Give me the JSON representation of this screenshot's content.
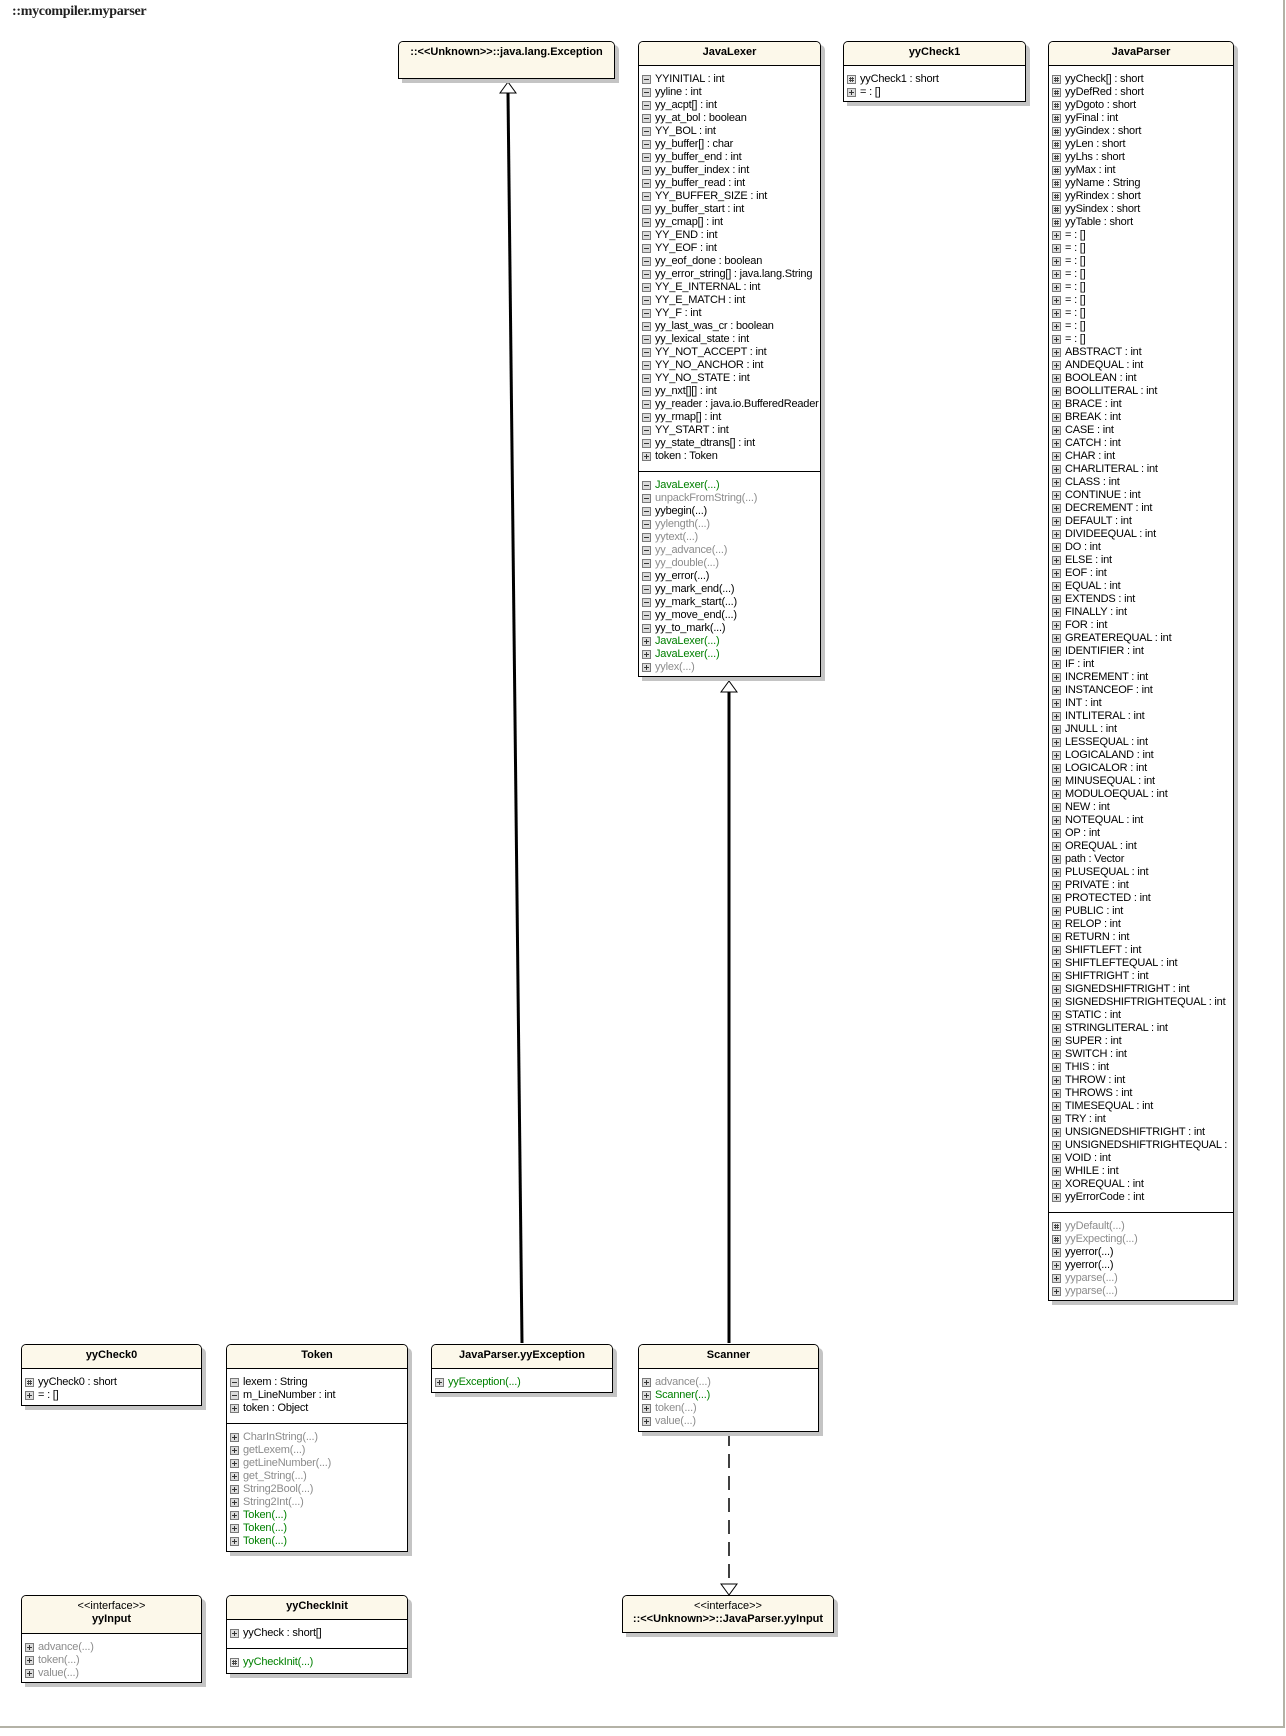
{
  "package_title": "::mycompiler.myparser",
  "colors": {
    "constructor": "#008000",
    "inherited_gray": "#8c8c8c",
    "header_fill": "#fcf8ea"
  },
  "classes": {
    "exception": {
      "name": "::<<Unknown>>::java.lang.Exception",
      "attributes": [],
      "operations": []
    },
    "javalexer": {
      "name": "JavaLexer",
      "attributes": [
        {
          "vis": "private",
          "text": "YYINITIAL : int"
        },
        {
          "vis": "private",
          "text": "yyline : int"
        },
        {
          "vis": "private",
          "text": "yy_acpt[] : int"
        },
        {
          "vis": "private",
          "text": "yy_at_bol : boolean"
        },
        {
          "vis": "private",
          "text": "YY_BOL : int"
        },
        {
          "vis": "private",
          "text": "yy_buffer[] : char"
        },
        {
          "vis": "private",
          "text": "yy_buffer_end : int"
        },
        {
          "vis": "private",
          "text": "yy_buffer_index : int"
        },
        {
          "vis": "private",
          "text": "yy_buffer_read : int"
        },
        {
          "vis": "private",
          "text": "YY_BUFFER_SIZE : int"
        },
        {
          "vis": "private",
          "text": "yy_buffer_start : int"
        },
        {
          "vis": "private",
          "text": "yy_cmap[] : int"
        },
        {
          "vis": "private",
          "text": "YY_END : int"
        },
        {
          "vis": "private",
          "text": "YY_EOF : int"
        },
        {
          "vis": "private",
          "text": "yy_eof_done : boolean"
        },
        {
          "vis": "private",
          "text": "yy_error_string[] : java.lang.String"
        },
        {
          "vis": "private",
          "text": "YY_E_INTERNAL : int"
        },
        {
          "vis": "private",
          "text": "YY_E_MATCH : int"
        },
        {
          "vis": "private",
          "text": "YY_F : int"
        },
        {
          "vis": "private",
          "text": "yy_last_was_cr : boolean"
        },
        {
          "vis": "private",
          "text": "yy_lexical_state : int"
        },
        {
          "vis": "private",
          "text": "YY_NOT_ACCEPT : int"
        },
        {
          "vis": "private",
          "text": "YY_NO_ANCHOR : int"
        },
        {
          "vis": "private",
          "text": "YY_NO_STATE : int"
        },
        {
          "vis": "private",
          "text": "yy_nxt[][] : int"
        },
        {
          "vis": "private",
          "text": "yy_reader : java.io.BufferedReader"
        },
        {
          "vis": "private",
          "text": "yy_rmap[] : int"
        },
        {
          "vis": "private",
          "text": "YY_START : int"
        },
        {
          "vis": "private",
          "text": "yy_state_dtrans[] : int"
        },
        {
          "vis": "public",
          "text": "token : Token"
        }
      ],
      "operations": [
        {
          "vis": "private",
          "text": "JavaLexer(...)",
          "style": "ctor"
        },
        {
          "vis": "private",
          "text": "unpackFromString(...)",
          "style": "gray"
        },
        {
          "vis": "private",
          "text": "yybegin(...)",
          "style": "normal"
        },
        {
          "vis": "private",
          "text": "yylength(...)",
          "style": "gray"
        },
        {
          "vis": "private",
          "text": "yytext(...)",
          "style": "gray"
        },
        {
          "vis": "private",
          "text": "yy_advance(...)",
          "style": "gray"
        },
        {
          "vis": "private",
          "text": "yy_double(...)",
          "style": "gray"
        },
        {
          "vis": "private",
          "text": "yy_error(...)",
          "style": "normal"
        },
        {
          "vis": "private",
          "text": "yy_mark_end(...)",
          "style": "normal"
        },
        {
          "vis": "private",
          "text": "yy_mark_start(...)",
          "style": "normal"
        },
        {
          "vis": "private",
          "text": "yy_move_end(...)",
          "style": "normal"
        },
        {
          "vis": "private",
          "text": "yy_to_mark(...)",
          "style": "normal"
        },
        {
          "vis": "public",
          "text": "JavaLexer(...)",
          "style": "ctor"
        },
        {
          "vis": "public",
          "text": "JavaLexer(...)",
          "style": "ctor"
        },
        {
          "vis": "public",
          "text": "yylex(...)",
          "style": "gray"
        }
      ]
    },
    "yycheck1": {
      "name": "yyCheck1",
      "attributes": [
        {
          "vis": "protected",
          "text": "yyCheck1 : short"
        },
        {
          "vis": "public",
          "text": "= : []"
        }
      ],
      "operations": []
    },
    "javaparser": {
      "name": "JavaParser",
      "attributes": [
        {
          "vis": "protected",
          "text": "yyCheck[] : short"
        },
        {
          "vis": "protected",
          "text": "yyDefRed : short"
        },
        {
          "vis": "protected",
          "text": "yyDgoto : short"
        },
        {
          "vis": "protected",
          "text": "yyFinal : int"
        },
        {
          "vis": "protected",
          "text": "yyGindex : short"
        },
        {
          "vis": "protected",
          "text": "yyLen : short"
        },
        {
          "vis": "protected",
          "text": "yyLhs : short"
        },
        {
          "vis": "protected",
          "text": "yyMax : int"
        },
        {
          "vis": "protected",
          "text": "yyName : String"
        },
        {
          "vis": "protected",
          "text": "yyRindex : short"
        },
        {
          "vis": "protected",
          "text": "yySindex : short"
        },
        {
          "vis": "protected",
          "text": "yyTable : short"
        },
        {
          "vis": "public",
          "text": "= : []"
        },
        {
          "vis": "public",
          "text": "= : []"
        },
        {
          "vis": "public",
          "text": "= : []"
        },
        {
          "vis": "public",
          "text": "= : []"
        },
        {
          "vis": "public",
          "text": "= : []"
        },
        {
          "vis": "public",
          "text": "= : []"
        },
        {
          "vis": "public",
          "text": "= : []"
        },
        {
          "vis": "public",
          "text": "= : []"
        },
        {
          "vis": "public",
          "text": "= : []"
        },
        {
          "vis": "public",
          "text": "ABSTRACT : int"
        },
        {
          "vis": "public",
          "text": "ANDEQUAL : int"
        },
        {
          "vis": "public",
          "text": "BOOLEAN : int"
        },
        {
          "vis": "public",
          "text": "BOOLLITERAL : int"
        },
        {
          "vis": "public",
          "text": "BRACE : int"
        },
        {
          "vis": "public",
          "text": "BREAK : int"
        },
        {
          "vis": "public",
          "text": "CASE : int"
        },
        {
          "vis": "public",
          "text": "CATCH : int"
        },
        {
          "vis": "public",
          "text": "CHAR : int"
        },
        {
          "vis": "public",
          "text": "CHARLITERAL : int"
        },
        {
          "vis": "public",
          "text": "CLASS : int"
        },
        {
          "vis": "public",
          "text": "CONTINUE : int"
        },
        {
          "vis": "public",
          "text": "DECREMENT : int"
        },
        {
          "vis": "public",
          "text": "DEFAULT : int"
        },
        {
          "vis": "public",
          "text": "DIVIDEEQUAL : int"
        },
        {
          "vis": "public",
          "text": "DO : int"
        },
        {
          "vis": "public",
          "text": "ELSE : int"
        },
        {
          "vis": "public",
          "text": "EOF : int"
        },
        {
          "vis": "public",
          "text": "EQUAL : int"
        },
        {
          "vis": "public",
          "text": "EXTENDS : int"
        },
        {
          "vis": "public",
          "text": "FINALLY : int"
        },
        {
          "vis": "public",
          "text": "FOR : int"
        },
        {
          "vis": "public",
          "text": "GREATEREQUAL : int"
        },
        {
          "vis": "public",
          "text": "IDENTIFIER : int"
        },
        {
          "vis": "public",
          "text": "IF : int"
        },
        {
          "vis": "public",
          "text": "INCREMENT : int"
        },
        {
          "vis": "public",
          "text": "INSTANCEOF : int"
        },
        {
          "vis": "public",
          "text": "INT : int"
        },
        {
          "vis": "public",
          "text": "INTLITERAL : int"
        },
        {
          "vis": "public",
          "text": "JNULL : int"
        },
        {
          "vis": "public",
          "text": "LESSEQUAL : int"
        },
        {
          "vis": "public",
          "text": "LOGICALAND : int"
        },
        {
          "vis": "public",
          "text": "LOGICALOR : int"
        },
        {
          "vis": "public",
          "text": "MINUSEQUAL : int"
        },
        {
          "vis": "public",
          "text": "MODULOEQUAL : int"
        },
        {
          "vis": "public",
          "text": "NEW : int"
        },
        {
          "vis": "public",
          "text": "NOTEQUAL : int"
        },
        {
          "vis": "public",
          "text": "OP : int"
        },
        {
          "vis": "public",
          "text": "OREQUAL : int"
        },
        {
          "vis": "public",
          "text": "path : Vector"
        },
        {
          "vis": "public",
          "text": "PLUSEQUAL : int"
        },
        {
          "vis": "public",
          "text": "PRIVATE : int"
        },
        {
          "vis": "public",
          "text": "PROTECTED : int"
        },
        {
          "vis": "public",
          "text": "PUBLIC : int"
        },
        {
          "vis": "public",
          "text": "RELOP : int"
        },
        {
          "vis": "public",
          "text": "RETURN : int"
        },
        {
          "vis": "public",
          "text": "SHIFTLEFT : int"
        },
        {
          "vis": "public",
          "text": "SHIFTLEFTEQUAL : int"
        },
        {
          "vis": "public",
          "text": "SHIFTRIGHT : int"
        },
        {
          "vis": "public",
          "text": "SIGNEDSHIFTRIGHT : int"
        },
        {
          "vis": "public",
          "text": "SIGNEDSHIFTRIGHTEQUAL : int"
        },
        {
          "vis": "public",
          "text": "STATIC : int"
        },
        {
          "vis": "public",
          "text": "STRINGLITERAL : int"
        },
        {
          "vis": "public",
          "text": "SUPER : int"
        },
        {
          "vis": "public",
          "text": "SWITCH : int"
        },
        {
          "vis": "public",
          "text": "THIS : int"
        },
        {
          "vis": "public",
          "text": "THROW : int"
        },
        {
          "vis": "public",
          "text": "THROWS : int"
        },
        {
          "vis": "public",
          "text": "TIMESEQUAL : int"
        },
        {
          "vis": "public",
          "text": "TRY : int"
        },
        {
          "vis": "public",
          "text": "UNSIGNEDSHIFTRIGHT : int"
        },
        {
          "vis": "public",
          "text": "UNSIGNEDSHIFTRIGHTEQUAL :"
        },
        {
          "vis": "public",
          "text": "VOID : int"
        },
        {
          "vis": "public",
          "text": "WHILE : int"
        },
        {
          "vis": "public",
          "text": "XOREQUAL : int"
        },
        {
          "vis": "public",
          "text": "yyErrorCode : int"
        }
      ],
      "operations": [
        {
          "vis": "protected",
          "text": "yyDefault(...)",
          "style": "gray"
        },
        {
          "vis": "protected",
          "text": "yyExpecting(...)",
          "style": "gray"
        },
        {
          "vis": "public",
          "text": "yyerror(...)",
          "style": "normal"
        },
        {
          "vis": "public",
          "text": "yyerror(...)",
          "style": "normal"
        },
        {
          "vis": "public",
          "text": "yyparse(...)",
          "style": "gray"
        },
        {
          "vis": "public",
          "text": "yyparse(...)",
          "style": "gray"
        }
      ]
    },
    "yycheck0": {
      "name": "yyCheck0",
      "attributes": [
        {
          "vis": "protected",
          "text": "yyCheck0 : short"
        },
        {
          "vis": "public",
          "text": "= : []"
        }
      ],
      "operations": []
    },
    "token": {
      "name": "Token",
      "attributes": [
        {
          "vis": "private",
          "text": "lexem : String"
        },
        {
          "vis": "private",
          "text": "m_LineNumber : int"
        },
        {
          "vis": "public",
          "text": "token : Object"
        }
      ],
      "operations": [
        {
          "vis": "public",
          "text": "CharInString(...)",
          "style": "gray"
        },
        {
          "vis": "public",
          "text": "getLexem(...)",
          "style": "gray"
        },
        {
          "vis": "public",
          "text": "getLineNumber(...)",
          "style": "gray"
        },
        {
          "vis": "public",
          "text": "get_String(...)",
          "style": "gray"
        },
        {
          "vis": "public",
          "text": "String2Bool(...)",
          "style": "gray"
        },
        {
          "vis": "public",
          "text": "String2Int(...)",
          "style": "gray"
        },
        {
          "vis": "public",
          "text": "Token(...)",
          "style": "ctor"
        },
        {
          "vis": "public",
          "text": "Token(...)",
          "style": "ctor"
        },
        {
          "vis": "public",
          "text": "Token(...)",
          "style": "ctor"
        }
      ]
    },
    "yyexception": {
      "name": "JavaParser.yyException",
      "attributes": [],
      "operations": [
        {
          "vis": "public",
          "text": "yyException(...)",
          "style": "ctor"
        }
      ]
    },
    "scanner": {
      "name": "Scanner",
      "attributes": [],
      "operations": [
        {
          "vis": "public",
          "text": "advance(...)",
          "style": "gray"
        },
        {
          "vis": "public",
          "text": "Scanner(...)",
          "style": "ctor"
        },
        {
          "vis": "public",
          "text": "token(...)",
          "style": "gray"
        },
        {
          "vis": "public",
          "text": "value(...)",
          "style": "gray"
        }
      ]
    },
    "yyinput": {
      "stereotype": "<<interface>>",
      "name": "yyInput",
      "attributes": [],
      "operations": [
        {
          "vis": "public",
          "text": "advance(...)",
          "style": "gray"
        },
        {
          "vis": "public",
          "text": "token(...)",
          "style": "gray"
        },
        {
          "vis": "public",
          "text": "value(...)",
          "style": "gray"
        }
      ]
    },
    "yycheckinit": {
      "name": "yyCheckInit",
      "attributes": [
        {
          "vis": "public",
          "text": "yyCheck : short[]"
        }
      ],
      "operations": [
        {
          "vis": "protected",
          "text": "yyCheckInit(...)",
          "style": "ctor"
        }
      ]
    },
    "ext_yyinput": {
      "stereotype": "<<interface>>",
      "name": "::<<Unknown>>::JavaParser.yyInput",
      "attributes": [],
      "operations": []
    }
  }
}
